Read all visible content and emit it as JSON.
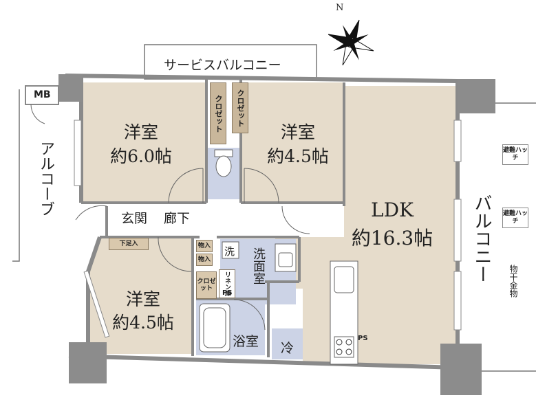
{
  "rooms": {
    "western1": {
      "name": "洋室",
      "size": "約6.0帖"
    },
    "western2": {
      "name": "洋室",
      "size": "約4.5帖"
    },
    "western3": {
      "name": "洋室",
      "size": "約4.5帖"
    },
    "ldk": {
      "name": "LDK",
      "size": "約16.3帖"
    }
  },
  "labels": {
    "service_balcony": "サービスバルコニー",
    "alcove": "アルコーブ",
    "balcony": "バルコニー",
    "mb": "MB",
    "entrance": "玄関",
    "hallway": "廊下",
    "shoe_storage": "下足入",
    "closet1": "クロゼット",
    "closet2": "クロゼット",
    "closet3": "クロゼット",
    "storage1": "物入",
    "storage2": "物入",
    "linen": "リネン庫",
    "ps": "PS",
    "ps2": "PS",
    "washer": "洗",
    "washroom": "洗面室",
    "bathroom": "浴室",
    "fridge": "冷",
    "evac_hatch1": "避難ハッチ",
    "evac_hatch2": "避難ハッチ",
    "laundry_hardware": "物干金物",
    "north": "N"
  },
  "colors": {
    "room_fill": "#e6dccb",
    "wet_fill": "#ccd3e6",
    "wall": "#8a8a8a",
    "hall_fill": "#ffffff"
  }
}
